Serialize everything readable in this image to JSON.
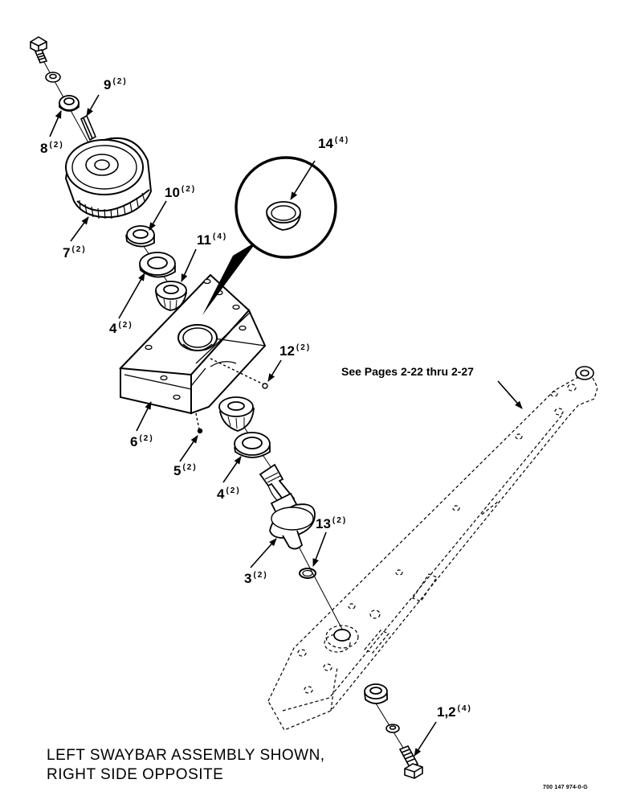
{
  "callouts": [
    {
      "num": "9",
      "qty": "(2)"
    },
    {
      "num": "8",
      "qty": "(2)"
    },
    {
      "num": "14",
      "qty": "(4)"
    },
    {
      "num": "10",
      "qty": "(2)"
    },
    {
      "num": "7",
      "qty": "(2)"
    },
    {
      "num": "11",
      "qty": "(4)"
    },
    {
      "num": "4",
      "qty": "(2)"
    },
    {
      "num": "12",
      "qty": "(2)"
    },
    {
      "num": "6",
      "qty": "(2)"
    },
    {
      "num": "5",
      "qty": "(2)"
    },
    {
      "num": "4",
      "qty": "(2)"
    },
    {
      "num": "13",
      "qty": "(2)"
    },
    {
      "num": "3",
      "qty": "(2)"
    },
    {
      "num": "1,2",
      "qty": "(4)"
    }
  ],
  "reference_note": "See Pages 2-22 thru 2-27",
  "caption": {
    "line1": "LEFT SWAYBAR ASSEMBLY SHOWN,",
    "line2": "RIGHT SIDE OPPOSITE"
  },
  "drawing_number": "700 147 974-0-G"
}
